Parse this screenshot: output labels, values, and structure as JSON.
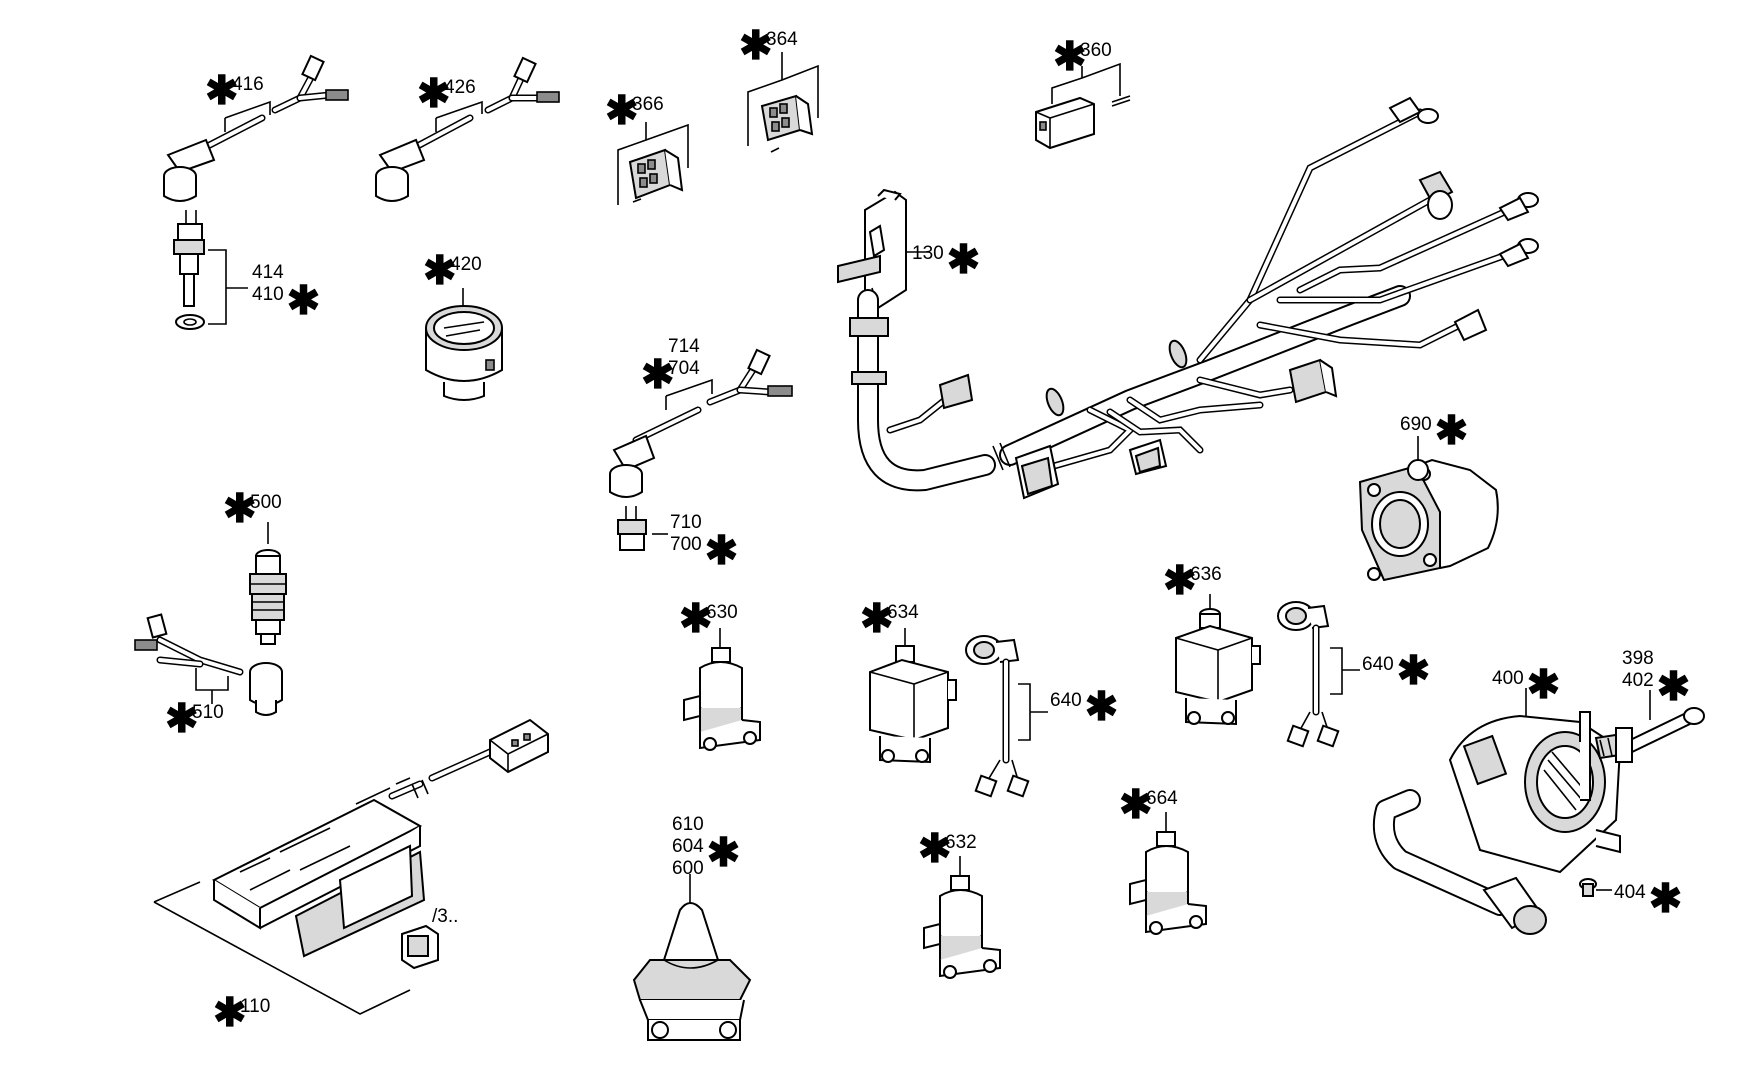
{
  "diagram": {
    "star": "✱",
    "callouts": [
      {
        "id": "c416",
        "lines": [
          "416"
        ]
      },
      {
        "id": "c426",
        "lines": [
          "426"
        ]
      },
      {
        "id": "c366",
        "lines": [
          "366"
        ]
      },
      {
        "id": "c364",
        "lines": [
          "364"
        ]
      },
      {
        "id": "c360",
        "lines": [
          "360"
        ]
      },
      {
        "id": "c130",
        "lines": [
          "130"
        ]
      },
      {
        "id": "c414",
        "lines": [
          "414",
          "410"
        ]
      },
      {
        "id": "c420",
        "lines": [
          "420"
        ]
      },
      {
        "id": "c714",
        "lines": [
          "714",
          "704"
        ]
      },
      {
        "id": "c710",
        "lines": [
          "710",
          "700"
        ]
      },
      {
        "id": "c690",
        "lines": [
          "690"
        ]
      },
      {
        "id": "c500",
        "lines": [
          "500"
        ]
      },
      {
        "id": "c510",
        "lines": [
          "510"
        ]
      },
      {
        "id": "c630",
        "lines": [
          "630"
        ]
      },
      {
        "id": "c634",
        "lines": [
          "634"
        ]
      },
      {
        "id": "c640a",
        "lines": [
          "640"
        ]
      },
      {
        "id": "c636",
        "lines": [
          "636"
        ]
      },
      {
        "id": "c640b",
        "lines": [
          "640"
        ]
      },
      {
        "id": "c400",
        "lines": [
          "400"
        ]
      },
      {
        "id": "c398",
        "lines": [
          "398",
          "402"
        ]
      },
      {
        "id": "c610",
        "lines": [
          "610",
          "604",
          "600"
        ]
      },
      {
        "id": "c632",
        "lines": [
          "632"
        ]
      },
      {
        "id": "c664",
        "lines": [
          "664"
        ]
      },
      {
        "id": "c404",
        "lines": [
          "404"
        ]
      },
      {
        "id": "c110",
        "lines": [
          "110"
        ]
      },
      {
        "id": "c3",
        "lines": [
          "/3.."
        ]
      }
    ]
  }
}
